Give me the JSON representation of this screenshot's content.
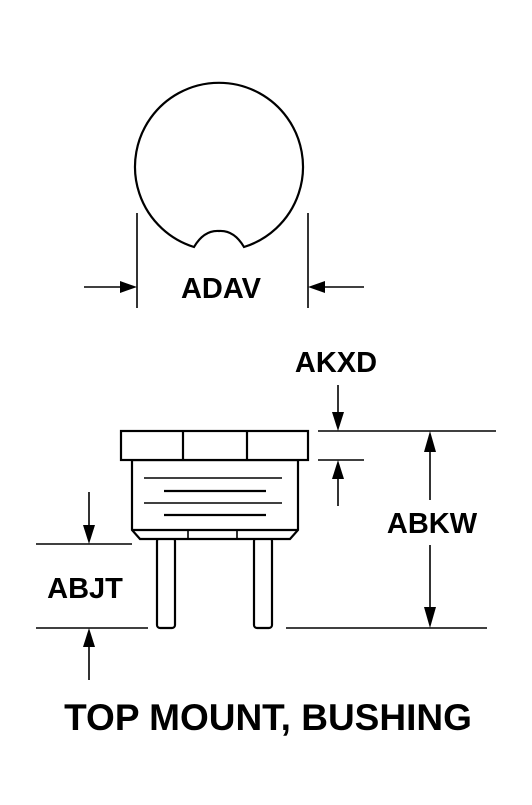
{
  "labels": {
    "top_diameter": "ADAV",
    "cap_height": "AKXD",
    "overall_height": "ABKW",
    "pin_length": "ABJT"
  },
  "caption": "TOP MOUNT, BUSHING",
  "colors": {
    "ink": "#000000",
    "background": "#ffffff"
  }
}
